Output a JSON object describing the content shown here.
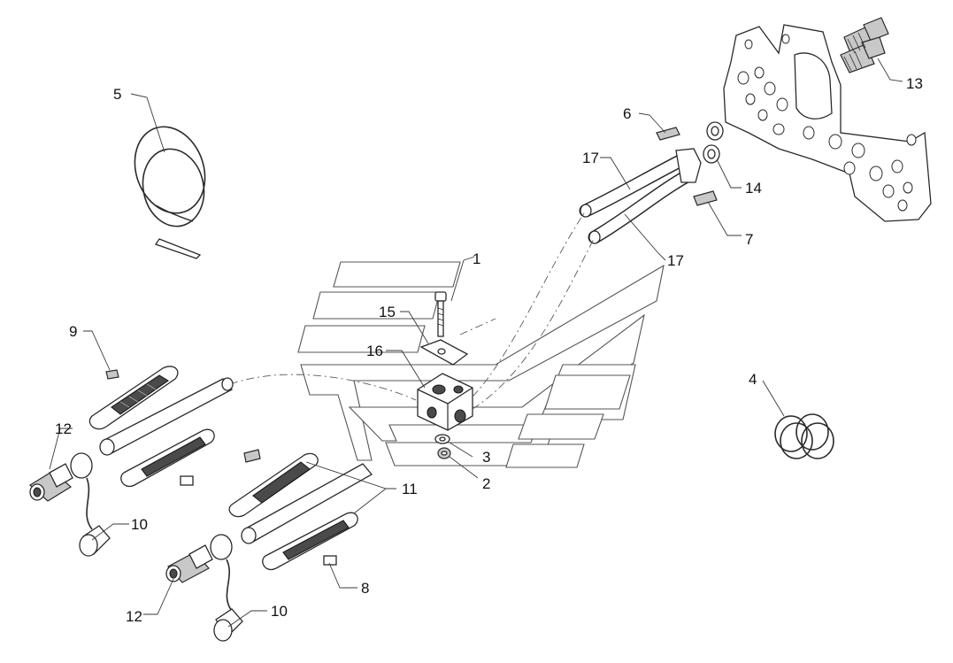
{
  "callouts": {
    "c1": "1",
    "c2": "2",
    "c3": "3",
    "c4": "4",
    "c5": "5",
    "c6": "6",
    "c7": "7",
    "c8": "8",
    "c9": "9",
    "c10a": "10",
    "c10b": "10",
    "c11": "11",
    "c12a": "12",
    "c12b": "12",
    "c13": "13",
    "c14": "14",
    "c15": "15",
    "c16": "16",
    "c17a": "17",
    "c17b": "17"
  }
}
